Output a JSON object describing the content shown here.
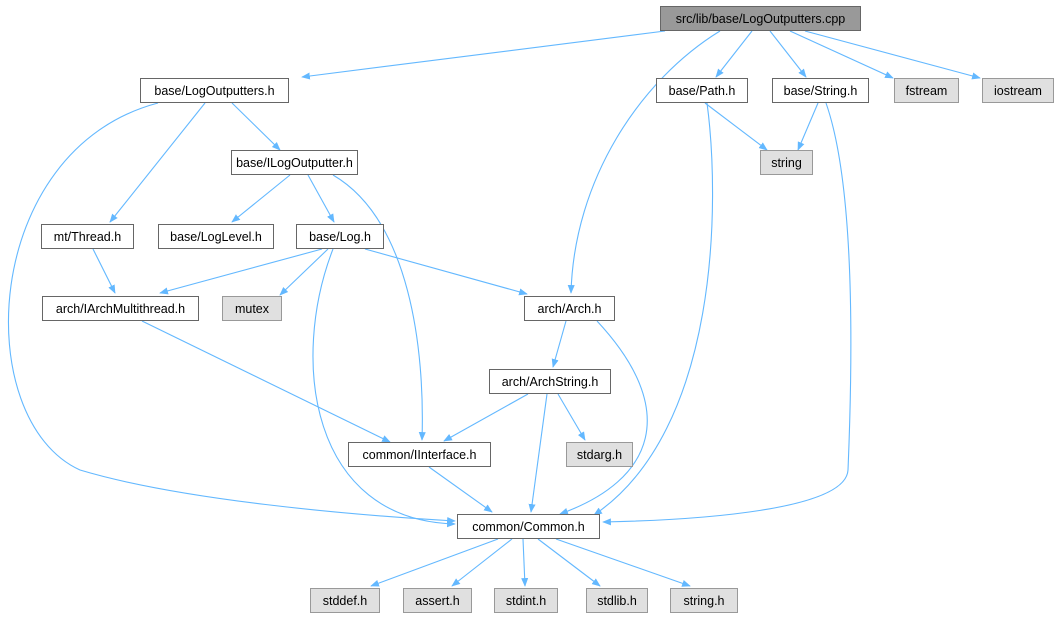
{
  "nodes": {
    "root": {
      "label": "src/lib/base/LogOutputters.cpp"
    },
    "log_outputters_h": {
      "label": "base/LogOutputters.h"
    },
    "path_h": {
      "label": "base/Path.h"
    },
    "string_h_base": {
      "label": "base/String.h"
    },
    "fstream": {
      "label": "fstream"
    },
    "iostream": {
      "label": "iostream"
    },
    "ilog_outputter_h": {
      "label": "base/ILogOutputter.h"
    },
    "string_std": {
      "label": "string"
    },
    "thread_h": {
      "label": "mt/Thread.h"
    },
    "log_level_h": {
      "label": "base/LogLevel.h"
    },
    "log_h": {
      "label": "base/Log.h"
    },
    "iarch_multithread_h": {
      "label": "arch/IArchMultithread.h"
    },
    "mutex": {
      "label": "mutex"
    },
    "arch_h": {
      "label": "arch/Arch.h"
    },
    "arch_string_h": {
      "label": "arch/ArchString.h"
    },
    "iinterface_h": {
      "label": "common/IInterface.h"
    },
    "stdarg_h": {
      "label": "stdarg.h"
    },
    "common_h": {
      "label": "common/Common.h"
    },
    "stddef_h": {
      "label": "stddef.h"
    },
    "assert_h": {
      "label": "assert.h"
    },
    "stdint_h": {
      "label": "stdint.h"
    },
    "stdlib_h": {
      "label": "stdlib.h"
    },
    "string_h_c": {
      "label": "string.h"
    }
  },
  "colors": {
    "edge": "#63b8ff",
    "root_fill": "#999999",
    "system_fill": "#e0e0e0",
    "node_fill": "#ffffff",
    "node_border": "#666666"
  }
}
